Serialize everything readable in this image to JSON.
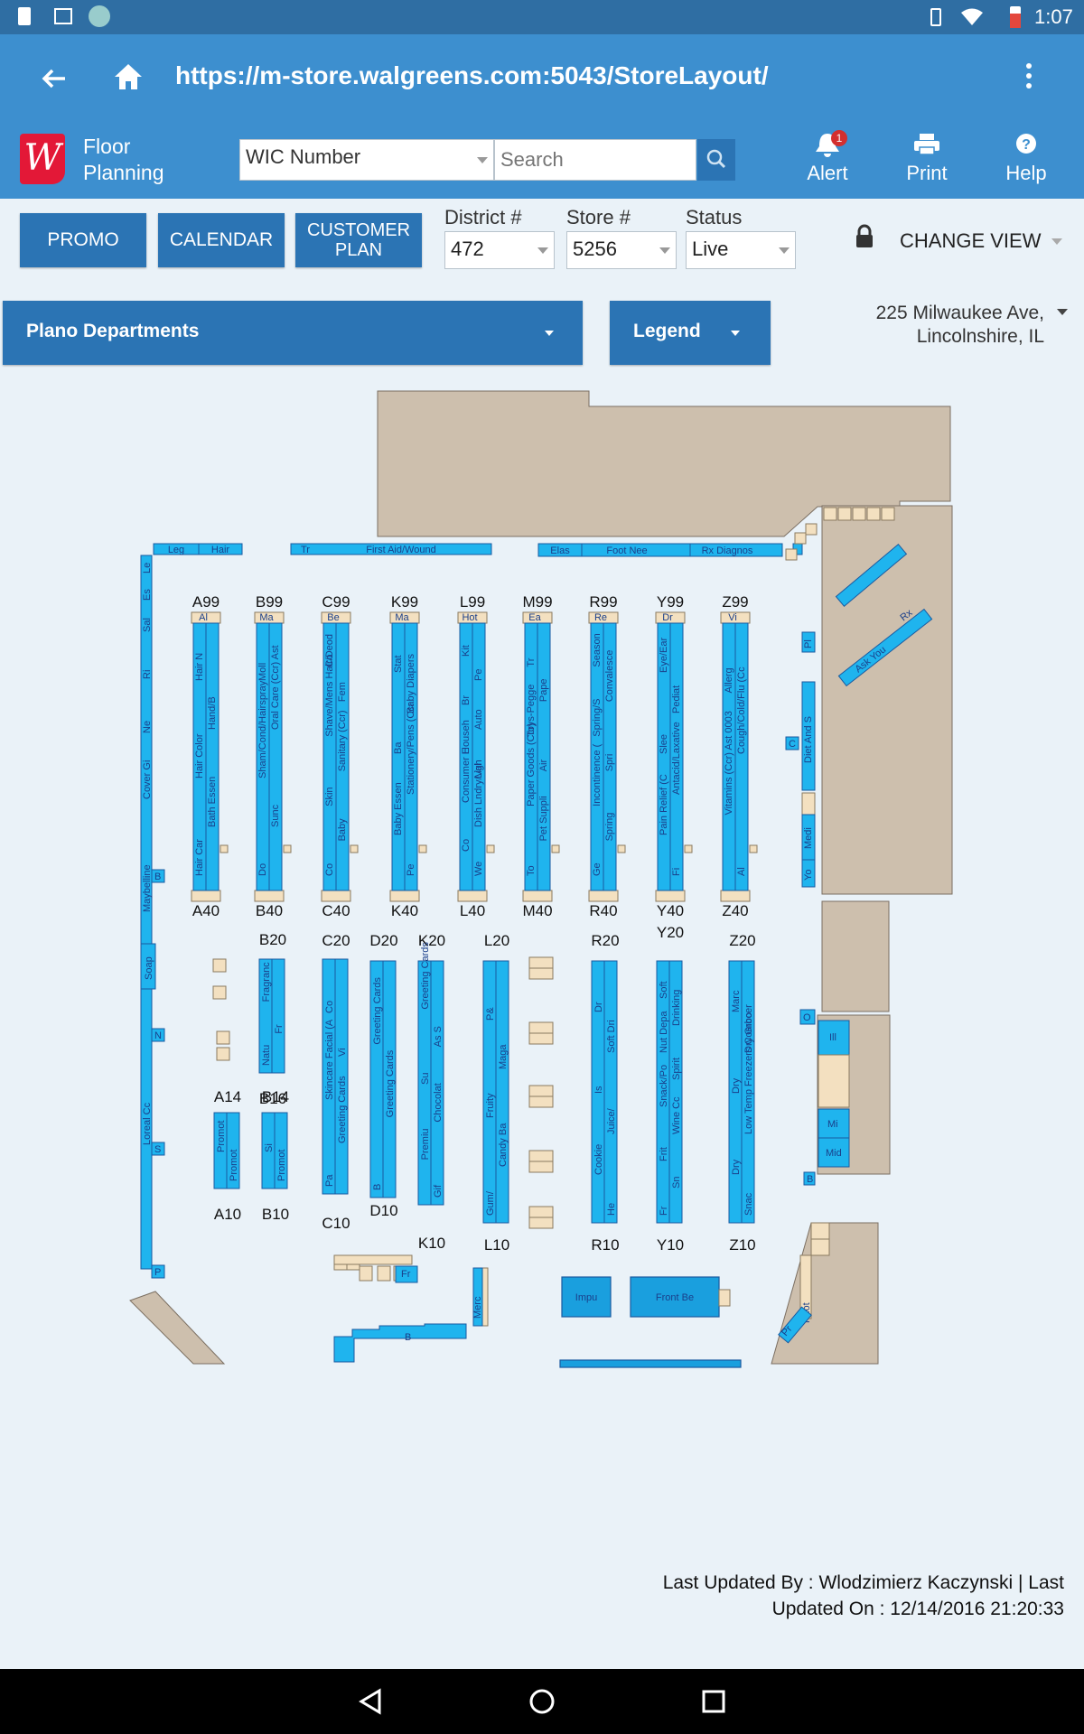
{
  "status_bar": {
    "time": "1:07",
    "left_icons": [
      "alert-icon",
      "image-icon",
      "rx-icon"
    ],
    "right_icons": [
      "vibrate-icon",
      "wifi-icon",
      "battery-icon"
    ]
  },
  "browser": {
    "url": "https://m-store.walgreens.com:5043/StoreLayout/"
  },
  "app": {
    "logo": "W",
    "title_line1": "Floor",
    "title_line2": "Planning",
    "search_type": "WIC Number",
    "search_placeholder": "Search",
    "alert_label": "Alert",
    "alert_count": "1",
    "print_label": "Print",
    "help_label": "Help"
  },
  "filters": {
    "promo_label": "PROMO",
    "calendar_label": "CALENDAR",
    "customer_plan_line1": "CUSTOMER",
    "customer_plan_line2": "PLAN",
    "district_label": "District #",
    "district_value": "472",
    "store_label": "Store #",
    "store_value": "5256",
    "status_label": "Status",
    "status_value": "Live",
    "change_view_label": "CHANGE VIEW"
  },
  "departments": {
    "label": "Plano Departments"
  },
  "legend": {
    "label": "Legend"
  },
  "address": {
    "line1": "225 Milwaukee Ave,",
    "line2": "Lincolnshire, IL"
  },
  "map": {
    "top_labels": [
      "Leg",
      "Hair",
      "Tr",
      "First Aid/Wound",
      "Elas",
      "Foot Nee",
      "Rx Diagnos"
    ],
    "left_wall": [
      "Le",
      "Es",
      "Sal",
      "Ri",
      "Ne",
      "Cover Gi",
      "Maybelline",
      "B",
      "Soap",
      "N",
      "Loreal Cc",
      "S",
      "P"
    ],
    "right_wall": [
      "Pl",
      "C",
      "Diet And S",
      "Medi",
      "Yo",
      "O",
      "Ill",
      "Mi",
      "Mid",
      "B",
      "Ask You",
      "Rx",
      "Phot",
      "Pr"
    ],
    "aisles_top": [
      {
        "code": "A99",
        "bottom": "A40",
        "labels": [
          "Al",
          "Hair N",
          "Hand/B",
          "Hair Color",
          "Bath Essen",
          "Hair Car"
        ]
      },
      {
        "code": "B99",
        "bottom": "B40",
        "labels": [
          "Ma",
          "Moll",
          "Oral Care (Ccr) Ast",
          "Sham/Cond/Hairspray",
          "Sunc",
          "Do"
        ]
      },
      {
        "code": "C99",
        "bottom": "C40",
        "labels": [
          "Be",
          "Co",
          "Fem",
          "Shave/Mens Hair/Deod",
          "Sanitary (Ccr)",
          "Skin",
          "Baby",
          "Co"
        ]
      },
      {
        "code": "K99",
        "bottom": "K40",
        "labels": [
          "Ma",
          "Stat",
          "Baby Diapers",
          "Ba",
          "Stationery/Pens (Ccr",
          "Baby Essen",
          "Pe"
        ]
      },
      {
        "code": "L99",
        "bottom": "L40",
        "labels": [
          "Hot",
          "Kit",
          "Pe",
          "Br",
          "Auto",
          "Househ",
          "Ligh",
          "Consumer E",
          "Dish Lndry/Val",
          "Co",
          "We"
        ]
      },
      {
        "code": "M99",
        "bottom": "M40",
        "labels": [
          "Ea",
          "Tr",
          "Pape",
          "Toys-Pegge",
          "Air",
          "Paper Goods (Ccr)",
          "Pet Suppli",
          "To"
        ]
      },
      {
        "code": "R99",
        "bottom": "R40",
        "labels": [
          "Re",
          "Season",
          "Convalesce",
          "Spring/S",
          "Spri",
          "Incontinence (",
          "Spring",
          "Ge"
        ]
      },
      {
        "code": "Y99",
        "bottom": "Y40",
        "labels": [
          "Dr",
          "Eye/Ear",
          "Pediat",
          "Slee",
          "Antacid/Laxative",
          "Pain Relief (C",
          "Fi"
        ]
      },
      {
        "code": "Z99",
        "bottom": "Z40",
        "labels": [
          "Vi",
          "Allerg",
          "Cough/Cold/Flu (Cc",
          "Vitamins (Ccr) Ast 0003",
          "Al"
        ]
      }
    ],
    "aisles_bottom": [
      {
        "code": "A14",
        "bottom": "A10",
        "labels": [
          "Promot",
          "Promot"
        ]
      },
      {
        "code": "B14",
        "bottom": "B10",
        "labels": [
          "Si",
          "Promot"
        ]
      },
      {
        "code": "B20",
        "bottom": "B16",
        "labels": [
          "Fragranc",
          "Fr",
          "Natu"
        ]
      },
      {
        "code": "C20",
        "bottom": "C10",
        "labels": [
          "Co",
          "Vi",
          "Skincare Facial (A",
          "Greeting Cards",
          "Pa"
        ]
      },
      {
        "code": "D20",
        "bottom": "D10",
        "labels": [
          "Greeting Cards",
          "Greeting Cards",
          "B"
        ]
      },
      {
        "code": "K20",
        "bottom": "K10",
        "labels": [
          "Greeting Cards",
          "As S",
          "Su",
          "Chocolat",
          "Premiu",
          "Gif"
        ]
      },
      {
        "code": "L20",
        "bottom": "L10",
        "labels": [
          "P&",
          "Maga",
          "Fruity",
          "Candy Ba",
          "Gum/"
        ]
      },
      {
        "code": "R20",
        "bottom": "R10",
        "labels": [
          "Dr",
          "Soft Dri",
          "Is",
          "Juice/",
          "Cookie",
          "He"
        ]
      },
      {
        "code": "Y20",
        "bottom": "Y10",
        "labels": [
          "Soft",
          "Drinking",
          "Nut Depa",
          "Spirit",
          "Snack/Po",
          "Wine Cc",
          "Frit",
          "Sn",
          "Fr"
        ]
      },
      {
        "code": "Z20",
        "bottom": "Z10",
        "labels": [
          "Marc",
          "Dry Grocer",
          "Dry",
          "Low Temp Freezers Combo",
          "Dry",
          "Snac"
        ]
      }
    ],
    "front_labels": [
      "Impu",
      "Front Be",
      "Merc",
      "B",
      "Fr"
    ]
  },
  "footer": {
    "line1": "Last Updated By : Wlodzimierz Kaczynski | Last",
    "line2": "Updated On : 12/14/2016 21:20:33"
  }
}
